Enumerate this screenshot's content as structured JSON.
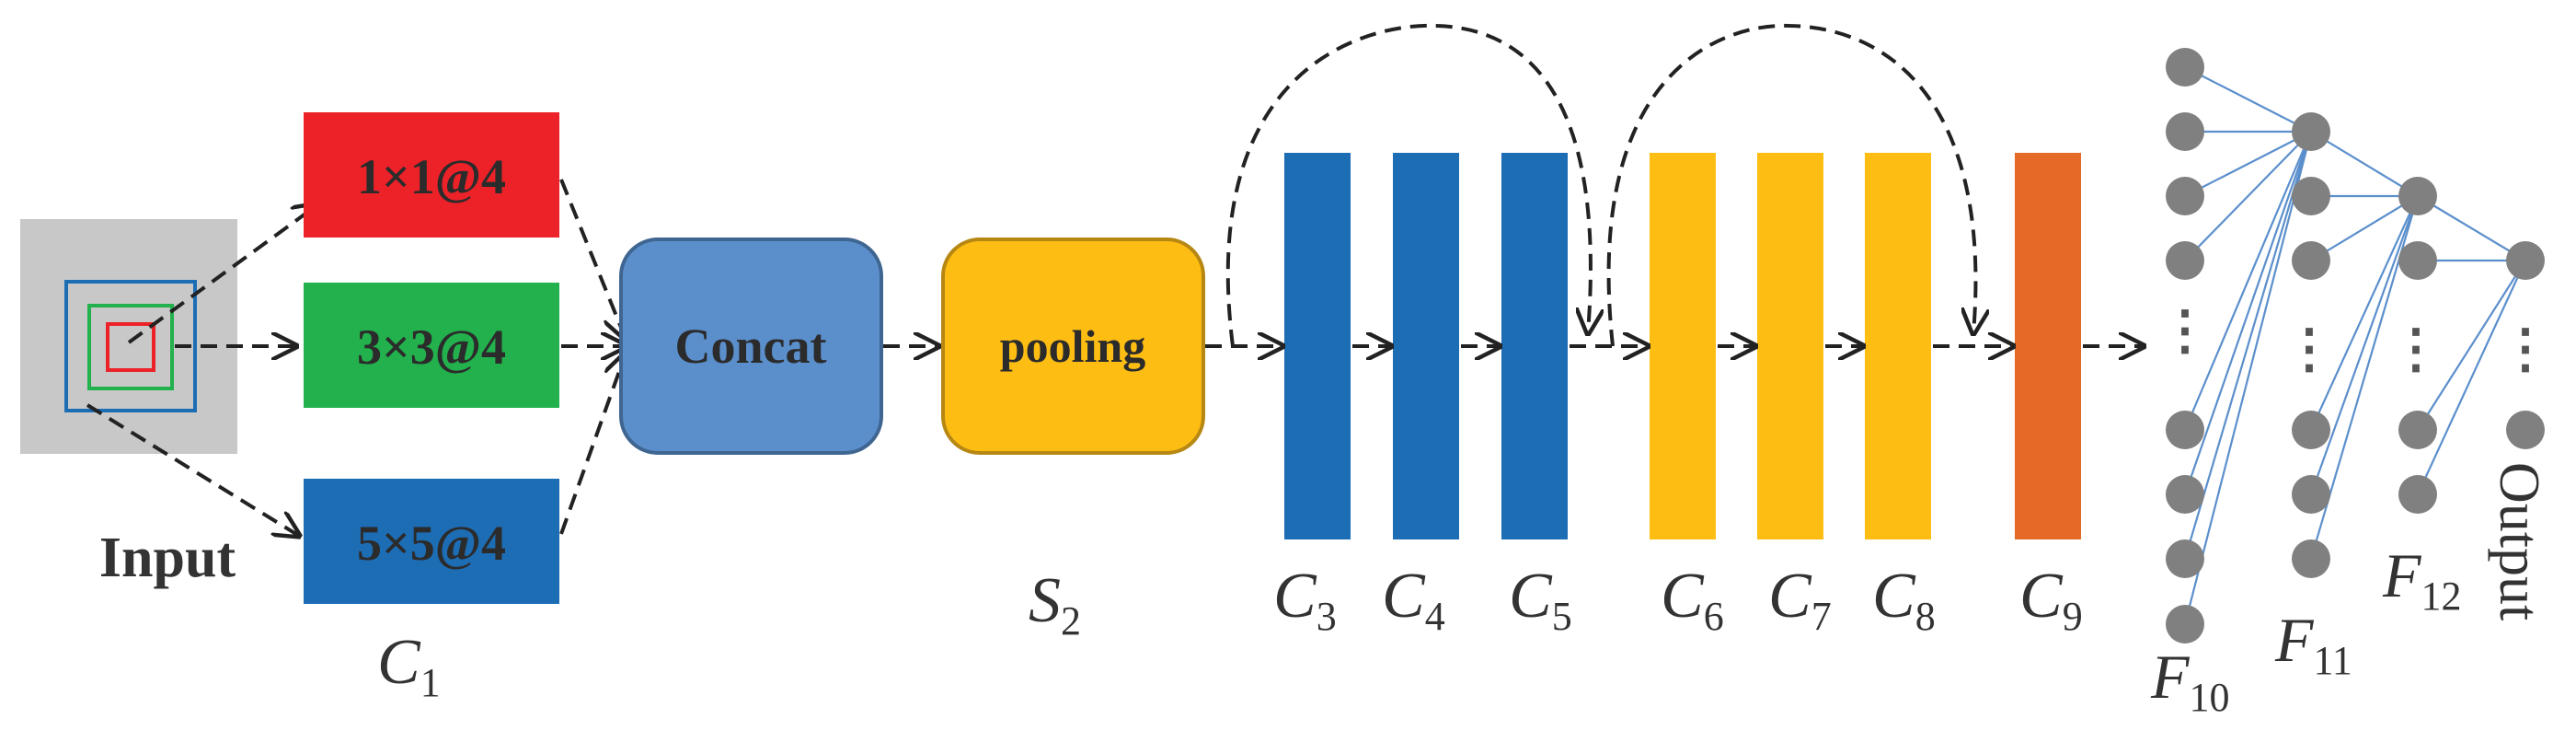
{
  "input": {
    "label": "Input"
  },
  "c1": {
    "label": "C",
    "sub": "1",
    "branches": [
      {
        "text": "1×1@4",
        "color": "#ec2228"
      },
      {
        "text": "3×3@4",
        "color": "#22b14c"
      },
      {
        "text": "5×5@4",
        "color": "#1d6db5"
      }
    ]
  },
  "concat": {
    "text": "Concat",
    "color": "#5b8fcc"
  },
  "pooling": {
    "text": "pooling",
    "color": "#fdbd13"
  },
  "s2": {
    "label": "S",
    "sub": "2"
  },
  "convs": [
    {
      "label": "C",
      "sub": "3",
      "color": "#1d6db5"
    },
    {
      "label": "C",
      "sub": "4",
      "color": "#1d6db5"
    },
    {
      "label": "C",
      "sub": "5",
      "color": "#1d6db5"
    },
    {
      "label": "C",
      "sub": "6",
      "color": "#fdbd13"
    },
    {
      "label": "C",
      "sub": "7",
      "color": "#fdbd13"
    },
    {
      "label": "C",
      "sub": "8",
      "color": "#fdbd13"
    },
    {
      "label": "C",
      "sub": "9",
      "color": "#e56a27"
    }
  ],
  "fc": [
    {
      "label": "F",
      "sub": "10"
    },
    {
      "label": "F",
      "sub": "11"
    },
    {
      "label": "F",
      "sub": "12"
    }
  ],
  "output": {
    "label": "Output"
  },
  "ellipsis": "⋮",
  "colors": {
    "node": "#808080",
    "link": "#5b8fcc",
    "arrow": "#222222",
    "input_bg": "#c8c8c8"
  }
}
